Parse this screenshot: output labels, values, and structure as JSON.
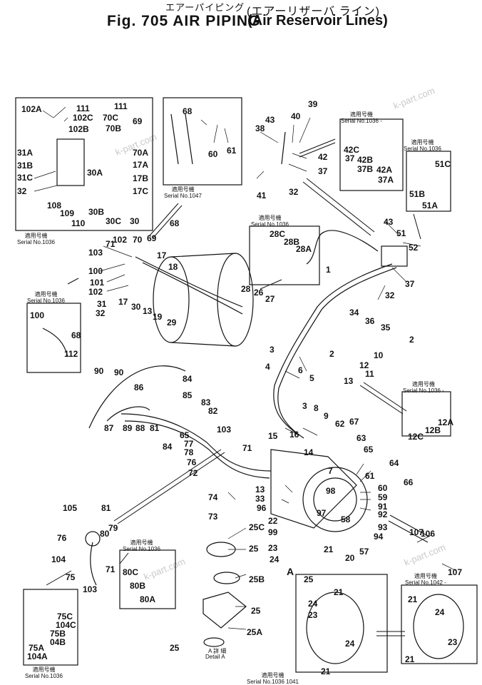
{
  "header": {
    "title_jp_small": "エアーパイピング",
    "title_jp_large": "(エアーリザーバ ライン)",
    "fig_label": "Fig. 705 AIR PIPING",
    "fig_subtitle": "(Air Reservoir Lines)"
  },
  "watermark": "k-part.com",
  "serials": {
    "jp": "適用号機",
    "s1036": "Serial No.1036",
    "s1036_dash": "Serial No.1036 -",
    "s1047": "Serial No.1047",
    "s1042": "Serial No.1042 -",
    "s1036_1041": "Serial No.1036  1041"
  },
  "detail": {
    "jp": "A 詳 細",
    "en": "Detail  A"
  },
  "arrow_a": "A",
  "labels": {
    "l102A": "102A",
    "l111a": "111",
    "l102C": "102C",
    "l102B": "102B",
    "l111b": "111",
    "l70C": "70C",
    "l69": "69",
    "l70B": "70B",
    "l70A": "70A",
    "l31A": "31A",
    "l31B": "31B",
    "l31C": "31C",
    "l32a": "32",
    "l30A": "30A",
    "l17A": "17A",
    "l17B": "17B",
    "l17C": "17C",
    "l108": "108",
    "l109": "109",
    "l30B": "30B",
    "l110": "110",
    "l30C": "30C",
    "l30a": "30",
    "l68a": "68",
    "l60": "60",
    "l61": "61",
    "l39": "39",
    "l40": "40",
    "l43a": "43",
    "l38": "38",
    "l42": "42",
    "l37a": "37",
    "l41": "41",
    "l32b": "32",
    "l42C": "42C",
    "l37b": "37",
    "l42B": "42B",
    "l37B": "37B",
    "l42A": "42A",
    "l37A": "37A",
    "l51C": "51C",
    "l51B": "51B",
    "l51A": "51A",
    "l68b": "68",
    "l71a": "71",
    "l102a": "102",
    "l70": "70",
    "l69b": "69",
    "l103a": "103",
    "l17a": "17",
    "l18": "18",
    "l100a": "100",
    "l101": "101",
    "l102b": "102",
    "l31": "31",
    "l32c": "32",
    "l17b": "17",
    "l30b": "30",
    "l13a": "13",
    "l19": "19",
    "l29": "29",
    "l28C": "28C",
    "l28B": "28B",
    "l28A": "28A",
    "l28": "28",
    "l26": "26",
    "l27": "27",
    "l43b": "43",
    "l51": "51",
    "l52": "52",
    "l1": "1",
    "l37c": "37",
    "l32d": "32",
    "l34": "34",
    "l36": "36",
    "l35": "35",
    "l100b": "100",
    "l68c": "68",
    "l112": "112",
    "l90a": "90",
    "l90b": "90",
    "l84a": "84",
    "l86": "86",
    "l85": "85",
    "l83": "83",
    "l82": "82",
    "l87": "87",
    "l89": "89",
    "l88": "88",
    "l81a": "81",
    "l84b": "84",
    "l65": "65",
    "l77": "77",
    "l78": "78",
    "l103b": "103",
    "l71b": "71",
    "l76a": "76",
    "l72": "72",
    "l3a": "3",
    "l2a": "2",
    "l4": "4",
    "l6": "6",
    "l5": "5",
    "l3b": "3",
    "l8": "8",
    "l9": "9",
    "l2b": "2",
    "l10": "10",
    "l12": "12",
    "l11": "11",
    "l13b": "13",
    "l12A": "12A",
    "l12B": "12B",
    "l12C": "12C",
    "l62": "62",
    "l67": "67",
    "l63": "63",
    "l65b": "65",
    "l15": "15",
    "l16": "16",
    "l14": "14",
    "l7": "7",
    "l64": "64",
    "l61b": "61",
    "l66": "66",
    "l13c": "13",
    "l33": "33",
    "l96": "96",
    "l22": "22",
    "l98": "98",
    "l97": "97",
    "l60b": "60",
    "l59": "59",
    "l58": "58",
    "l91": "91",
    "l92": "92",
    "l93": "93",
    "l94": "94",
    "l57": "57",
    "l20": "20",
    "l21a": "21",
    "l99": "99",
    "l23a": "23",
    "l24a": "24",
    "l25a": "25",
    "l74": "74",
    "l73": "73",
    "l105": "105",
    "l81b": "81",
    "l76b": "76",
    "l80": "80",
    "l79": "79",
    "l104": "104",
    "l75": "75",
    "l71c": "71",
    "l103c": "103",
    "l80C": "80C",
    "l80B": "80B",
    "l80A": "80A",
    "l25C": "25C",
    "l25b": "25",
    "l25B": "25B",
    "l25c": "25",
    "l25A": "25A",
    "l25d": "25",
    "l75C": "75C",
    "l104C": "104C",
    "l75B": "75B",
    "l04B": "04B",
    "l75A": "75A",
    "l104A": "104A",
    "l107a": "107",
    "l106": "106",
    "l107b": "107",
    "l21b": "21",
    "l24b": "24",
    "l23b": "23",
    "l24c": "24",
    "l21c": "21",
    "l21d": "21",
    "l24d": "24",
    "l23c": "23",
    "l21e": "21"
  }
}
